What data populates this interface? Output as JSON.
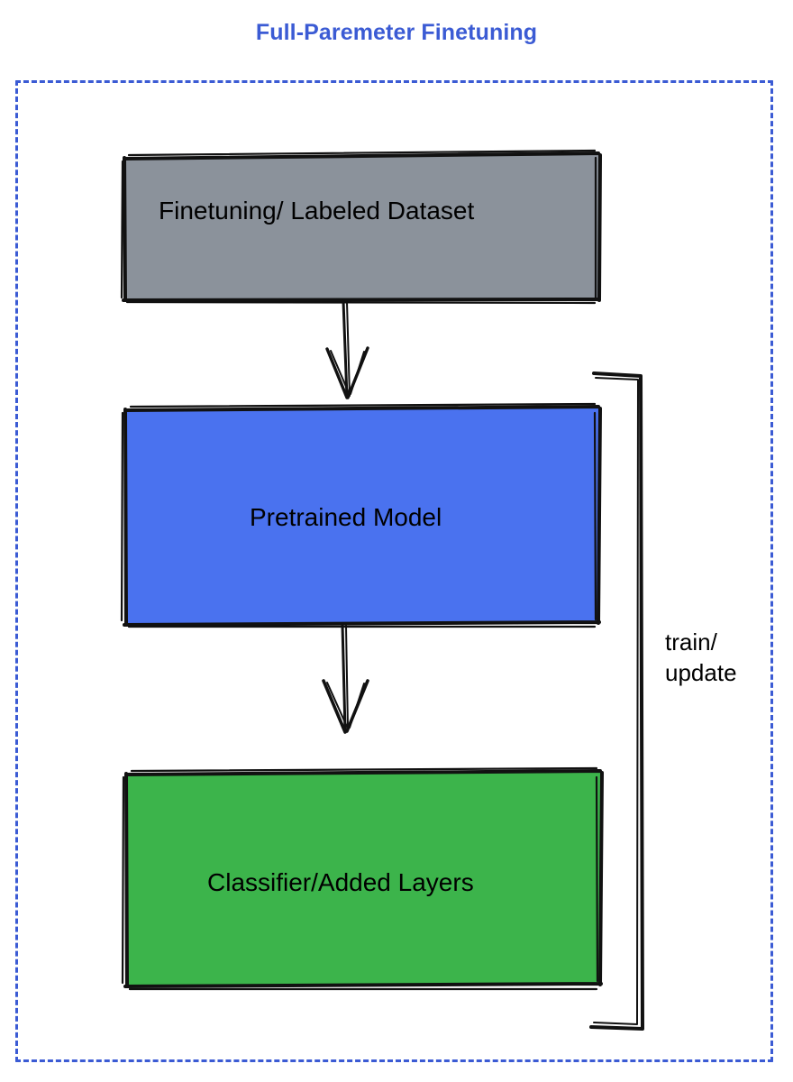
{
  "title": "Full-Paremeter Finetuning",
  "title_color": "#3b5bd4",
  "frame": {
    "style": "dashed",
    "color": "#3b5bd4"
  },
  "nodes": [
    {
      "id": "dataset",
      "label": "Finetuning/ Labeled Dataset",
      "fill": "#8b929b",
      "stroke": "#000000"
    },
    {
      "id": "pretrained-model",
      "label": "Pretrained Model",
      "fill": "#4a72ef",
      "stroke": "#000000"
    },
    {
      "id": "classifier",
      "label": "Classifier/Added Layers",
      "fill": "#3cb44b",
      "stroke": "#000000"
    }
  ],
  "edges": [
    {
      "id": "dataset-to-model",
      "from": "dataset",
      "to": "pretrained-model",
      "label": "",
      "arrow": "down"
    },
    {
      "id": "model-to-classifier",
      "from": "pretrained-model",
      "to": "classifier",
      "label": "",
      "arrow": "down"
    },
    {
      "id": "feedback-loop",
      "from": "classifier",
      "to": "pretrained-model",
      "label": "train/\nupdate",
      "arrow": "none"
    }
  ],
  "chart_data": {
    "type": "diagram",
    "title": "Full-Paremeter Finetuning",
    "nodes": [
      "Finetuning/ Labeled Dataset",
      "Pretrained Model",
      "Classifier/Added Layers"
    ],
    "edge_labels": [
      "train/\nupdate"
    ]
  }
}
